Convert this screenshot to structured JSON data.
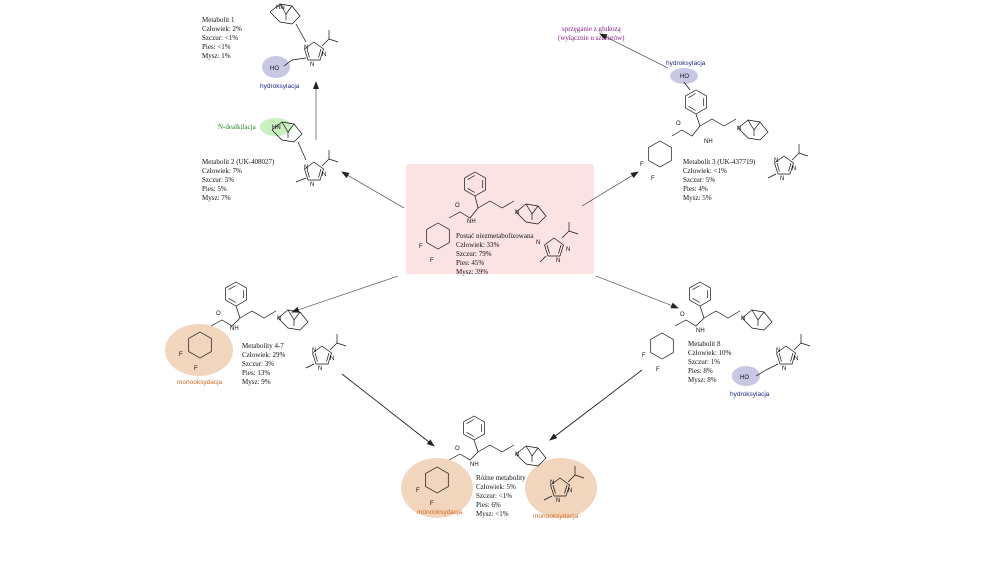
{
  "colors": {
    "center_box": "#fbe3e3",
    "highlight_blue": "#c8c8e4",
    "highlight_orange": "#f2d5bd",
    "highlight_green": "#c9f0c0",
    "text_blue": "#1c2a8c",
    "text_orange": "#d2691e",
    "text_green": "#228b22",
    "text_purple": "#8b1a8b"
  },
  "atoms": {
    "N": "N",
    "NH": "NH",
    "HN": "HN",
    "HO": "HO",
    "F": "F",
    "O": "O"
  },
  "center": {
    "lines": [
      "Postać niezmetabolizowana",
      "Człowiek: 33%",
      "Szczur: 79%",
      "Pies: 45%",
      "Mysz: 39%"
    ]
  },
  "m1": {
    "lines": [
      "Metabolit 1",
      "Człowiek: 2%",
      "Szczur: <1%",
      "Pies: <1%",
      "Mysz: 1%"
    ],
    "tag": "hydroksylacja"
  },
  "m2": {
    "lines": [
      "Metabolit 2 (UK-408027)",
      "Człowiek: 7%",
      "Szczur: 5%",
      "Pies: 5%",
      "Mysz: 7%"
    ],
    "tag": "N-dealkilacja"
  },
  "m3": {
    "lines": [
      "Metabolit 3 (UK-437719)",
      "Człowiek: <1%",
      "Szczur: 5%",
      "Pies: 4%",
      "Mysz: 5%"
    ],
    "tag": "hydroksylacja",
    "conjugation": [
      "sprzęganie z glukozą",
      "(wyłącznie u szczurów)"
    ]
  },
  "m47": {
    "lines": [
      "Metabolity 4-7",
      "Człowiek: 29%",
      "Szczur: 3%",
      "Pies: 13%",
      "Mysz: 9%"
    ],
    "tag": "monooksydacja"
  },
  "m8": {
    "lines": [
      "Metabolit 8",
      "Człowiek: 10%",
      "Szczur: 1%",
      "Pies: 8%",
      "Mysz: 8%"
    ],
    "tag": "hydroksylacja"
  },
  "mix": {
    "lines": [
      "Różne metabolity",
      "Człowiek: 5%",
      "Szczur: <1%",
      "Pies: 6%",
      "Mysz: <1%"
    ],
    "tag_left": "monooksydacja",
    "tag_right": "monooksydacja"
  }
}
